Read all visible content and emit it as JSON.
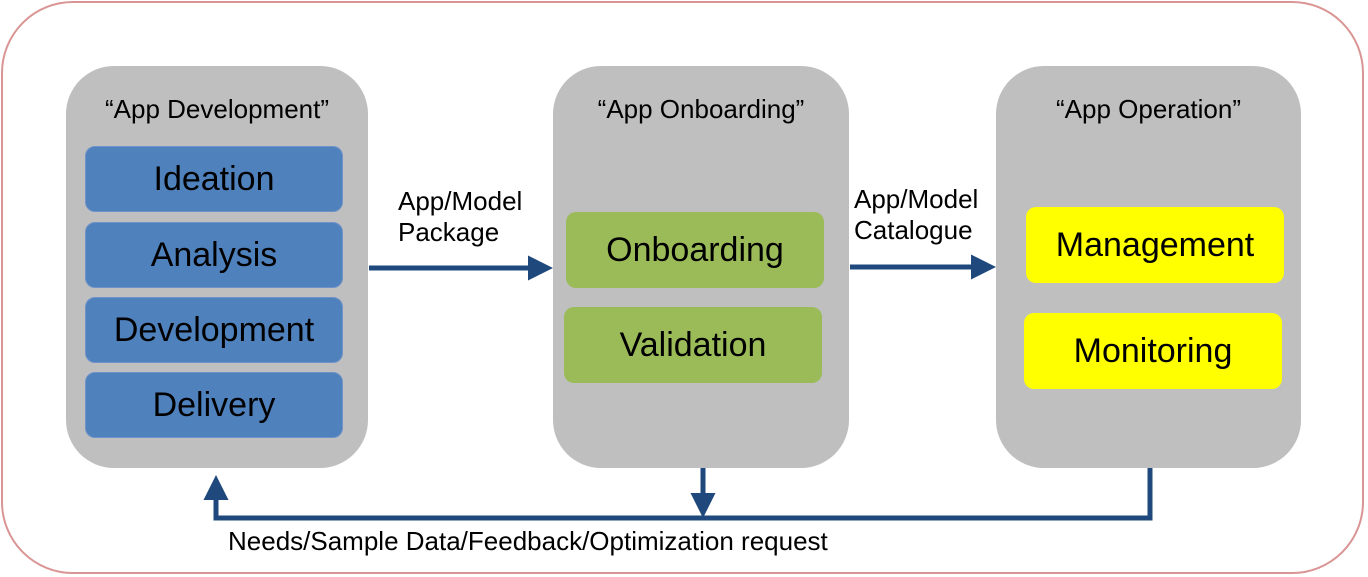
{
  "stages": [
    {
      "title": "“App Development”",
      "items": [
        "Ideation",
        "Analysis",
        "Development",
        "Delivery"
      ]
    },
    {
      "title": "“App Onboarding”",
      "items": [
        "Onboarding",
        "Validation"
      ]
    },
    {
      "title": "“App Operation”",
      "items": [
        "Management",
        "Monitoring"
      ]
    }
  ],
  "arrows": {
    "package_label_line1": "App/Model",
    "package_label_line2": "Package",
    "catalogue_label_line1": "App/Model",
    "catalogue_label_line2": "Catalogue",
    "feedback_label": "Needs/Sample Data/Feedback/Optimization request"
  },
  "colors": {
    "frame_border": "#d99594",
    "stage_bg": "#bfbfbf",
    "development_box": "#4f81bd",
    "onboarding_box": "#9bbb59",
    "operation_box": "#ffff00",
    "arrow": "#1f497d"
  }
}
